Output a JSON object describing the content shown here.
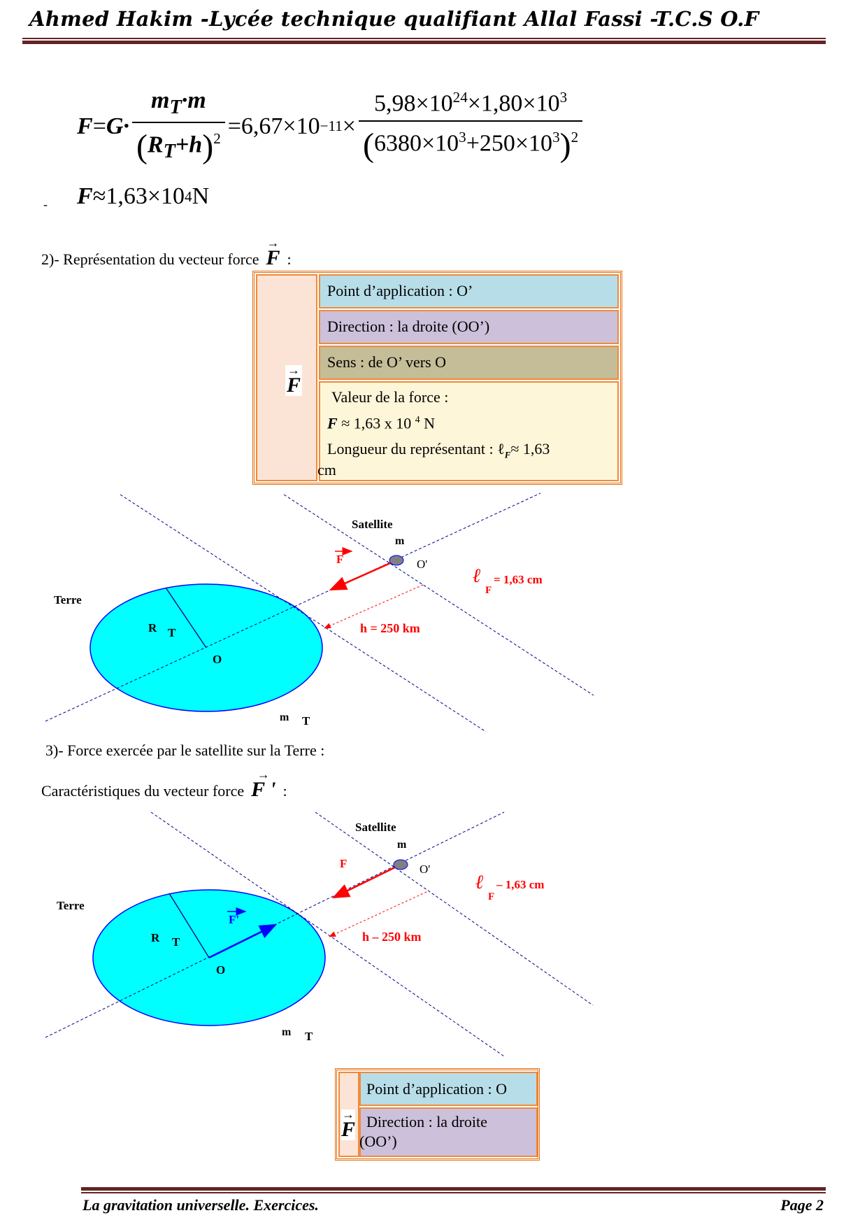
{
  "header": {
    "title": "Ahmed Hakim -Lycée technique qualifiant Allal Fassi -T.C.S O.F"
  },
  "equation": {
    "lhs": "F",
    "eq": "=",
    "G": "G·",
    "num_symbolic": "m",
    "num_sub": "T",
    "num_m": "·m",
    "den_symbolic": "R",
    "den_sub": "T",
    "den_h": "+h",
    "sq": "2",
    "const": "=6,67×10",
    "const_exp": "−11",
    "times": "×",
    "num_value": "5,98×10",
    "num_exp1": "24",
    "num_value2": "×1,80×10",
    "num_exp2": "3",
    "den_value1": "6380×10",
    "den_exp1": "3",
    "den_value2": "+250×10",
    "den_exp2": "3",
    "result_symbol": "F",
    "result_value": "≈1,63×10",
    "result_exp": "4",
    "result_unit": " N",
    "dash": "-"
  },
  "section2": {
    "title": "2)- Représentation du vecteur force",
    "vector": "F",
    "colon": ":"
  },
  "table1": {
    "vector": "F",
    "rows": [
      {
        "text": "Point d’application : O’",
        "color": "#b7dde8"
      },
      {
        "text": "Direction : la droite (OO’)",
        "color": "#ccc0da"
      },
      {
        "text": "Sens : de O’ vers O",
        "color": "#c4bd97"
      }
    ],
    "value_title": "Valeur de la force :",
    "value_symbol": "F",
    "value_text": "≈ 1,63 x 10",
    "value_exp": "4",
    "value_unit": "N",
    "length_text": "Longueur du représentant : ℓ",
    "length_sub": "F",
    "length_value": "≈ 1,63",
    "length_unit": "cm",
    "value_color": "#fdf6d8",
    "left_color": "#fbe4d5"
  },
  "diagram1": {
    "satellite": "Satellite",
    "m": "m",
    "o_prime": "O'",
    "force": "F",
    "length_label": "= 1,63   cm",
    "length_sub": "F",
    "h_label": "h = 250 km",
    "earth": "Terre",
    "r": "R",
    "r_sub": "T",
    "o": "O",
    "mt": "m",
    "mt_sub": "T"
  },
  "section3": {
    "title": "3)- Force exercée par le satellite sur la Terre :",
    "subtitle": "Caractéristiques du vecteur force",
    "vector": "F '",
    "colon": ":"
  },
  "diagram2": {
    "satellite": "Satellite",
    "m": "m",
    "o_prime": "O'",
    "force": "F",
    "force_prime": "F'",
    "length_label": "– 1,63   cm",
    "length_sub": "F",
    "h_label": "h – 250 km",
    "earth": "Terre",
    "r": "R",
    "r_sub": "T",
    "o": "O",
    "mt": "m",
    "mt_sub": "T"
  },
  "table2": {
    "vector": "F",
    "rows": [
      {
        "text": "Point d’application : O"
      },
      {
        "text": "Direction : la droite",
        "text2": "(OO’)"
      }
    ]
  },
  "footer": {
    "left": "La gravitation universelle. Exercices.",
    "right": "Page 2"
  },
  "colors": {
    "rule": "#622423",
    "earth": "#00ffff",
    "force": "#ff0000",
    "force_prime": "#0000ff",
    "border": "#e36c0a"
  }
}
